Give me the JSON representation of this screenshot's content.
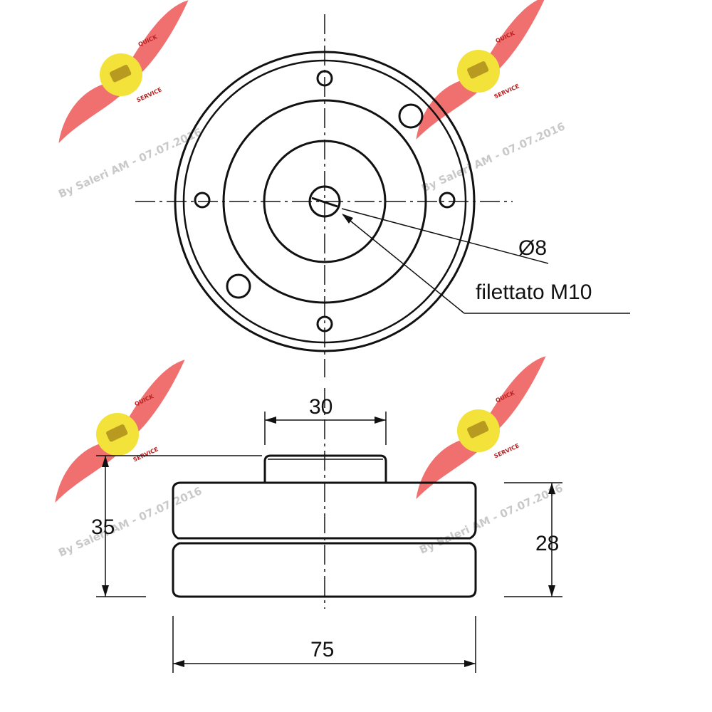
{
  "dimensions": {
    "hole_diameter": "Ø8",
    "thread": "filettato M10",
    "hub_width": "30",
    "total_height": "35",
    "body_height": "28",
    "outer_diameter": "75"
  },
  "watermark": {
    "text": "By Saleri AM - 07.07.2016",
    "logo_words": [
      "QUICK",
      "SERVICE"
    ]
  },
  "colors": {
    "line": "#111111",
    "wing": "#f07070",
    "badge": "#f2e23a",
    "watermark_text": "#c9c9c9"
  }
}
